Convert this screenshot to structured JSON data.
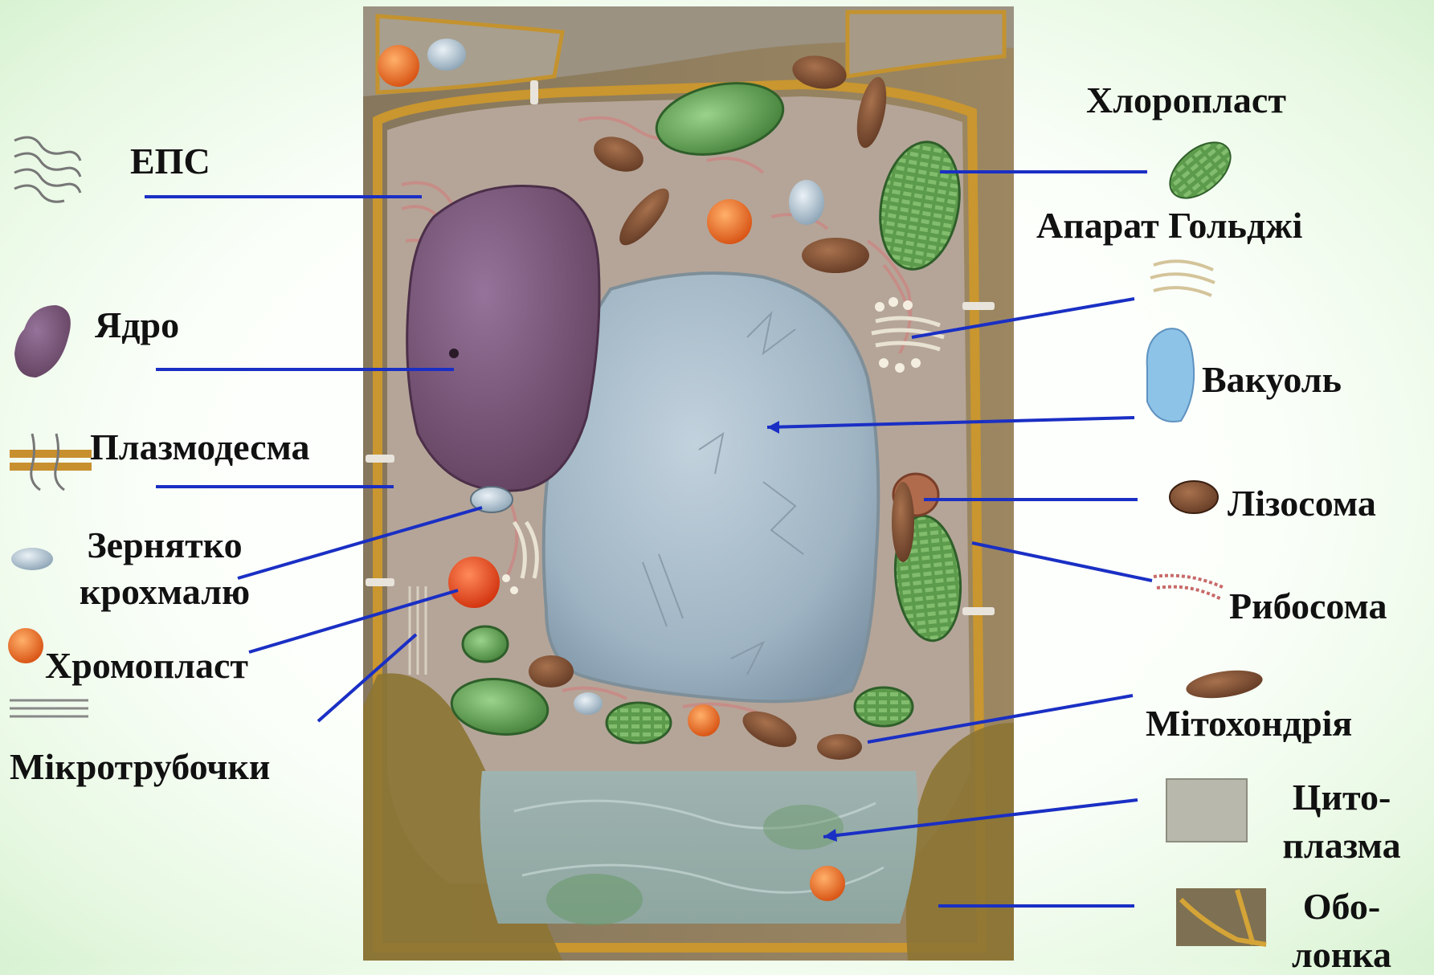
{
  "labels_left": {
    "eps": "ЕПС",
    "nucleus": "Ядро",
    "plasmodesma": "Плазмодесма",
    "starch_line1": "Зернятко",
    "starch_line2": "крохмалю",
    "chromoplast": "Хромопласт",
    "microtubules": "Мікротрубочки"
  },
  "labels_right": {
    "chloroplast": "Хлоропласт",
    "golgi": "Апарат Гольджі",
    "vacuole": "Вакуоль",
    "lysosome": "Лізосома",
    "ribosome": "Рибосома",
    "mitochondria": "Мітохондрія",
    "cytoplasm_line1": "Цито-",
    "cytoplasm_line2": "плазма",
    "wall_line1": "Обо-",
    "wall_line2": "лонка"
  },
  "colors": {
    "leader_line": "#1a2fc4",
    "label_text": "#111111",
    "cell_wall": "#b8862e",
    "cytoplasm": "#b9aa9c",
    "vacuole": "#a8bccb",
    "nucleus": "#6e4a6a",
    "chloroplast": "#5f9a4b",
    "chromoplast": "#e8671f",
    "mitochondria": "#7a4a2c",
    "starch_grain": "#aebfca",
    "background": "#f2fbef"
  }
}
